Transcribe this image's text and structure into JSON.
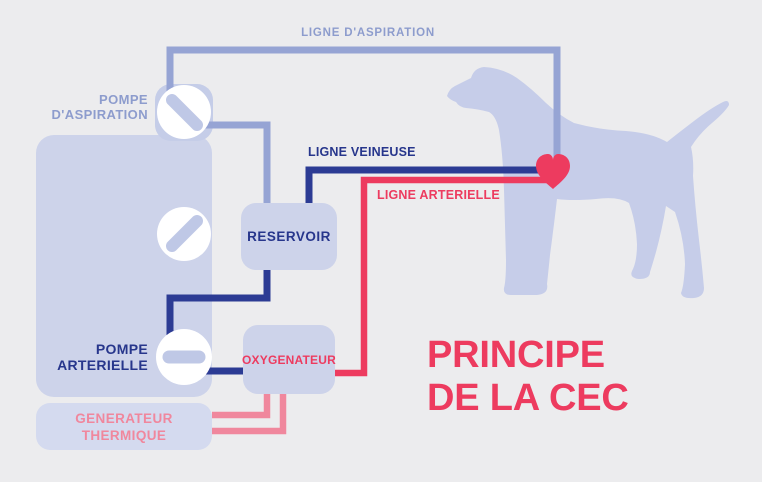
{
  "title": {
    "text": "PRINCIPE\nDE LA CEC"
  },
  "colors": {
    "bg": "#ececee",
    "box": "#cdd3ea",
    "box-light": "#d4daef",
    "box-dark": "#c5cde8",
    "dog": "#c6cde9",
    "peri": "#96a4d4",
    "peri-text": "#8d9ccd",
    "bar": "#bfc8e6",
    "navy": "#2c3b94",
    "navy-text": "#27368c",
    "red": "#ed3b5f",
    "pink": "#f0879d"
  },
  "diagram": {
    "labels": {
      "ligne_aspiration": "LIGNE D'ASPIRATION",
      "ligne_veineuse": "LIGNE VEINEUSE",
      "ligne_arterielle": "LIGNE ARTERIELLE",
      "pompe_aspiration": "POMPE\nD'ASPIRATION",
      "pompe_arterielle": "POMPE\nARTERIELLE",
      "reservoir": "RESERVOIR",
      "oxygenateur": "OXYGENATEUR",
      "generateur_thermique": "GENERATEUR\nTHERMIQUE"
    },
    "nodes": [
      {
        "id": "machine",
        "label": "",
        "type": "equipment-rack"
      },
      {
        "id": "pompe-aspiration",
        "label": "POMPE D'ASPIRATION",
        "type": "pump",
        "icon": "diagonal-bar-backslash"
      },
      {
        "id": "pompe-intermediaire",
        "label": "",
        "type": "pump",
        "icon": "diagonal-bar-slash"
      },
      {
        "id": "pompe-arterielle",
        "label": "POMPE ARTERIELLE",
        "type": "pump",
        "icon": "horizontal-bar"
      },
      {
        "id": "reservoir",
        "label": "RESERVOIR",
        "type": "box"
      },
      {
        "id": "oxygenateur",
        "label": "OXYGENATEUR",
        "type": "box"
      },
      {
        "id": "generateur-thermique",
        "label": "GENERATEUR THERMIQUE",
        "type": "box"
      },
      {
        "id": "chien",
        "label": "",
        "type": "dog-silhouette"
      },
      {
        "id": "coeur",
        "label": "",
        "type": "heart"
      }
    ],
    "connections": [
      {
        "label": "LIGNE D'ASPIRATION",
        "color": "peri",
        "between": [
          "pompe-aspiration",
          "coeur"
        ]
      },
      {
        "label": "",
        "color": "peri",
        "between": [
          "pompe-aspiration",
          "reservoir"
        ]
      },
      {
        "label": "LIGNE VEINEUSE",
        "color": "navy",
        "between": [
          "coeur",
          "reservoir"
        ]
      },
      {
        "label": "",
        "color": "navy",
        "between": [
          "reservoir",
          "pompe-arterielle"
        ]
      },
      {
        "label": "",
        "color": "navy",
        "between": [
          "pompe-arterielle",
          "oxygenateur"
        ]
      },
      {
        "label": "LIGNE ARTERIELLE",
        "color": "red",
        "between": [
          "oxygenateur",
          "coeur"
        ]
      },
      {
        "label": "",
        "color": "pink",
        "between": [
          "oxygenateur",
          "generateur-thermique"
        ]
      },
      {
        "label": "",
        "color": "pink",
        "between": [
          "oxygenateur",
          "generateur-thermique"
        ]
      }
    ]
  }
}
